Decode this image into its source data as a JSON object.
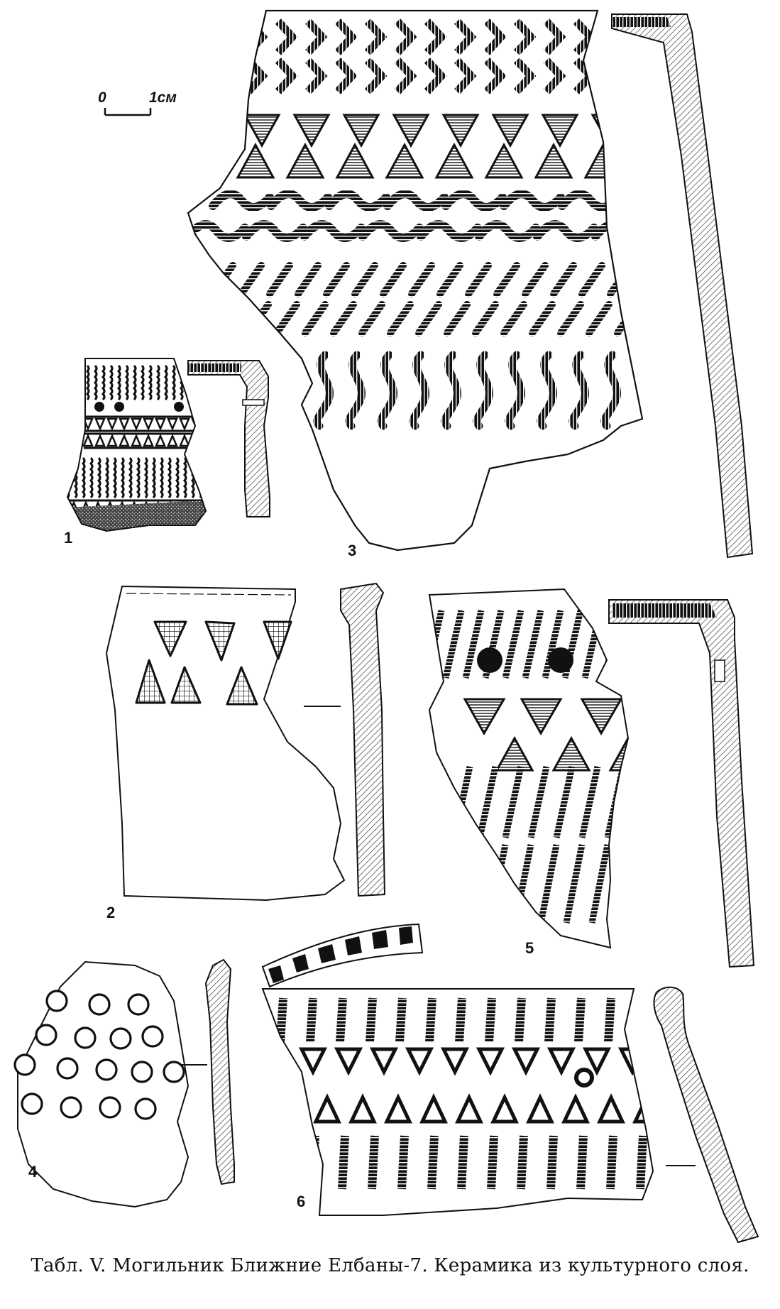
{
  "caption": "Табл. V. Могильник Ближние Елбаны-7. Керамика из культурного слоя.",
  "scale_bar": {
    "zero": "0",
    "one": "1см"
  },
  "figures": [
    {
      "id": "fig-1",
      "number": "1"
    },
    {
      "id": "fig-2",
      "number": "2"
    },
    {
      "id": "fig-3",
      "number": "3"
    },
    {
      "id": "fig-4",
      "number": "4"
    },
    {
      "id": "fig-5",
      "number": "5"
    },
    {
      "id": "fig-6",
      "number": "6"
    }
  ]
}
